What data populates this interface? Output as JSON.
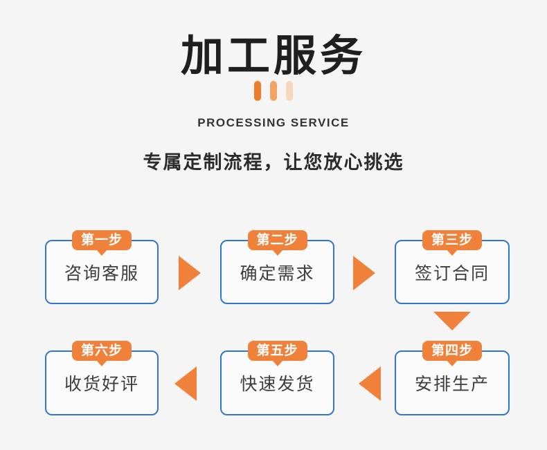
{
  "meta": {
    "background_color": "#f5f5f6",
    "accent_orange": "#ef813a",
    "border_blue": "#3274d2"
  },
  "header": {
    "title": "加工服务",
    "subtitle_en": "PROCESSING SERVICE",
    "tagline": "专属定制流程，让您放心挑选",
    "divider_bars": [
      {
        "name": "bar-dark",
        "color": "#ed7d2b"
      },
      {
        "name": "bar-medium",
        "color": "#f2a466"
      },
      {
        "name": "bar-light",
        "color": "#f8d8bc"
      }
    ]
  },
  "flow": {
    "steps": [
      {
        "badge": "第一步",
        "label": "咨询客服"
      },
      {
        "badge": "第二步",
        "label": "确定需求"
      },
      {
        "badge": "第三步",
        "label": "签订合同"
      },
      {
        "badge": "第四步",
        "label": "安排生产"
      },
      {
        "badge": "第五步",
        "label": "快速发货"
      },
      {
        "badge": "第六步",
        "label": "收货好评"
      }
    ],
    "arrows": [
      {
        "name": "arrow-step1-to-step2",
        "direction": "right"
      },
      {
        "name": "arrow-step2-to-step3",
        "direction": "right"
      },
      {
        "name": "arrow-step3-to-step4",
        "direction": "down"
      },
      {
        "name": "arrow-step4-to-step5",
        "direction": "left"
      },
      {
        "name": "arrow-step5-to-step6",
        "direction": "left"
      }
    ]
  }
}
